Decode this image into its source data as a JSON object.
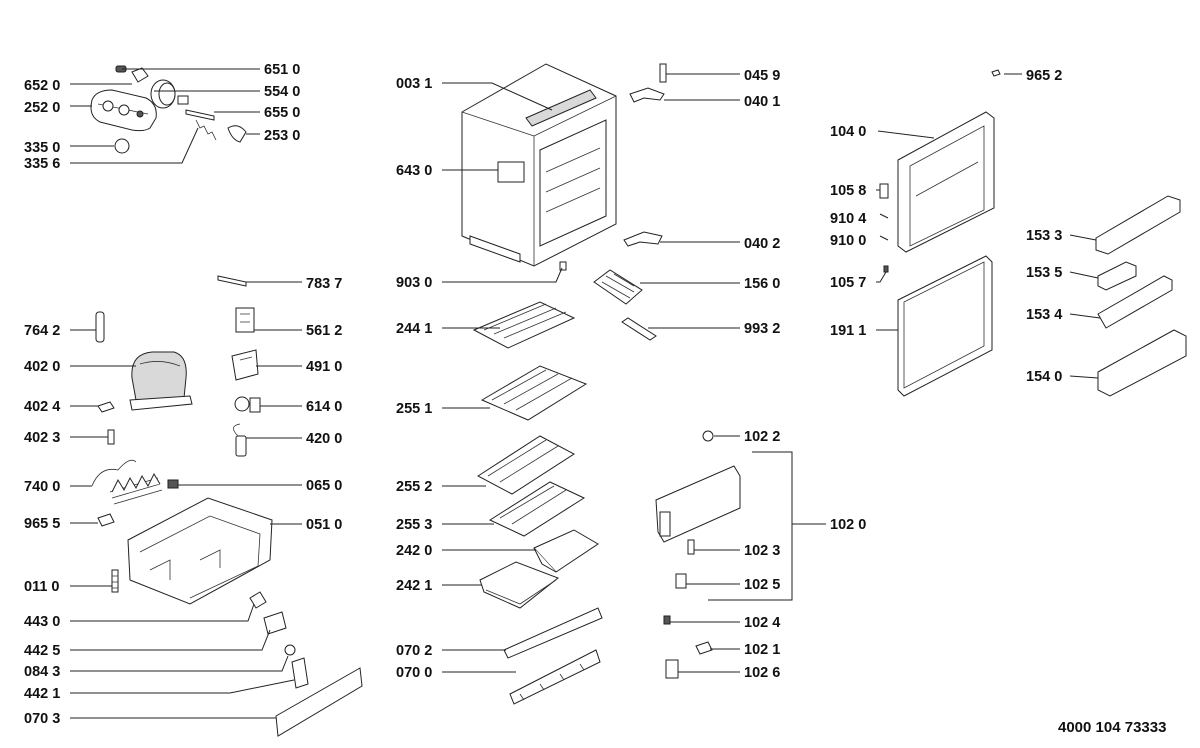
{
  "labels": [
    {
      "id": "p6510",
      "text": "651 0"
    },
    {
      "id": "p6520",
      "text": "652 0"
    },
    {
      "id": "p5540",
      "text": "554 0"
    },
    {
      "id": "p2520",
      "text": "252 0"
    },
    {
      "id": "p6550",
      "text": "655 0"
    },
    {
      "id": "p2530",
      "text": "253 0"
    },
    {
      "id": "p3350",
      "text": "335 0"
    },
    {
      "id": "p3356",
      "text": "335 6"
    },
    {
      "id": "p7837",
      "text": "783 7"
    },
    {
      "id": "p7642",
      "text": "764 2"
    },
    {
      "id": "p5612",
      "text": "561 2"
    },
    {
      "id": "p4020",
      "text": "402 0"
    },
    {
      "id": "p4910",
      "text": "491 0"
    },
    {
      "id": "p4024",
      "text": "402 4"
    },
    {
      "id": "p6140",
      "text": "614 0"
    },
    {
      "id": "p4023",
      "text": "402 3"
    },
    {
      "id": "p4200",
      "text": "420 0"
    },
    {
      "id": "p7400",
      "text": "740 0"
    },
    {
      "id": "p0650",
      "text": "065 0"
    },
    {
      "id": "p9655",
      "text": "965 5"
    },
    {
      "id": "p0510",
      "text": "051 0"
    },
    {
      "id": "p0110",
      "text": "011 0"
    },
    {
      "id": "p4430",
      "text": "443 0"
    },
    {
      "id": "p4425",
      "text": "442 5"
    },
    {
      "id": "p0843",
      "text": "084 3"
    },
    {
      "id": "p4421",
      "text": "442 1"
    },
    {
      "id": "p0703",
      "text": "070 3"
    },
    {
      "id": "p0031",
      "text": "003 1"
    },
    {
      "id": "p0459",
      "text": "045 9"
    },
    {
      "id": "p0401",
      "text": "040 1"
    },
    {
      "id": "p6430",
      "text": "643 0"
    },
    {
      "id": "p0402",
      "text": "040 2"
    },
    {
      "id": "p9030",
      "text": "903 0"
    },
    {
      "id": "p1560",
      "text": "156 0"
    },
    {
      "id": "p2441",
      "text": "244 1"
    },
    {
      "id": "p9932",
      "text": "993 2"
    },
    {
      "id": "p2551",
      "text": "255 1"
    },
    {
      "id": "p1022",
      "text": "102 2"
    },
    {
      "id": "p2552",
      "text": "255 2"
    },
    {
      "id": "p2553",
      "text": "255 3"
    },
    {
      "id": "p1020",
      "text": "102 0"
    },
    {
      "id": "p2420",
      "text": "242 0"
    },
    {
      "id": "p1023",
      "text": "102 3"
    },
    {
      "id": "p2421",
      "text": "242 1"
    },
    {
      "id": "p1025",
      "text": "102 5"
    },
    {
      "id": "p1024",
      "text": "102 4"
    },
    {
      "id": "p0702",
      "text": "070 2"
    },
    {
      "id": "p1021",
      "text": "102 1"
    },
    {
      "id": "p0700",
      "text": "070 0"
    },
    {
      "id": "p1026",
      "text": "102 6"
    },
    {
      "id": "p9652",
      "text": "965 2"
    },
    {
      "id": "p1040",
      "text": "104 0"
    },
    {
      "id": "p1058",
      "text": "105 8"
    },
    {
      "id": "p9104",
      "text": "910 4"
    },
    {
      "id": "p1533",
      "text": "153 3"
    },
    {
      "id": "p9100",
      "text": "910 0"
    },
    {
      "id": "p1535",
      "text": "153 5"
    },
    {
      "id": "p1057",
      "text": "105 7"
    },
    {
      "id": "p1534",
      "text": "153 4"
    },
    {
      "id": "p1911",
      "text": "191 1"
    },
    {
      "id": "p1540",
      "text": "154 0"
    }
  ],
  "document_number": "4000 104 73333"
}
